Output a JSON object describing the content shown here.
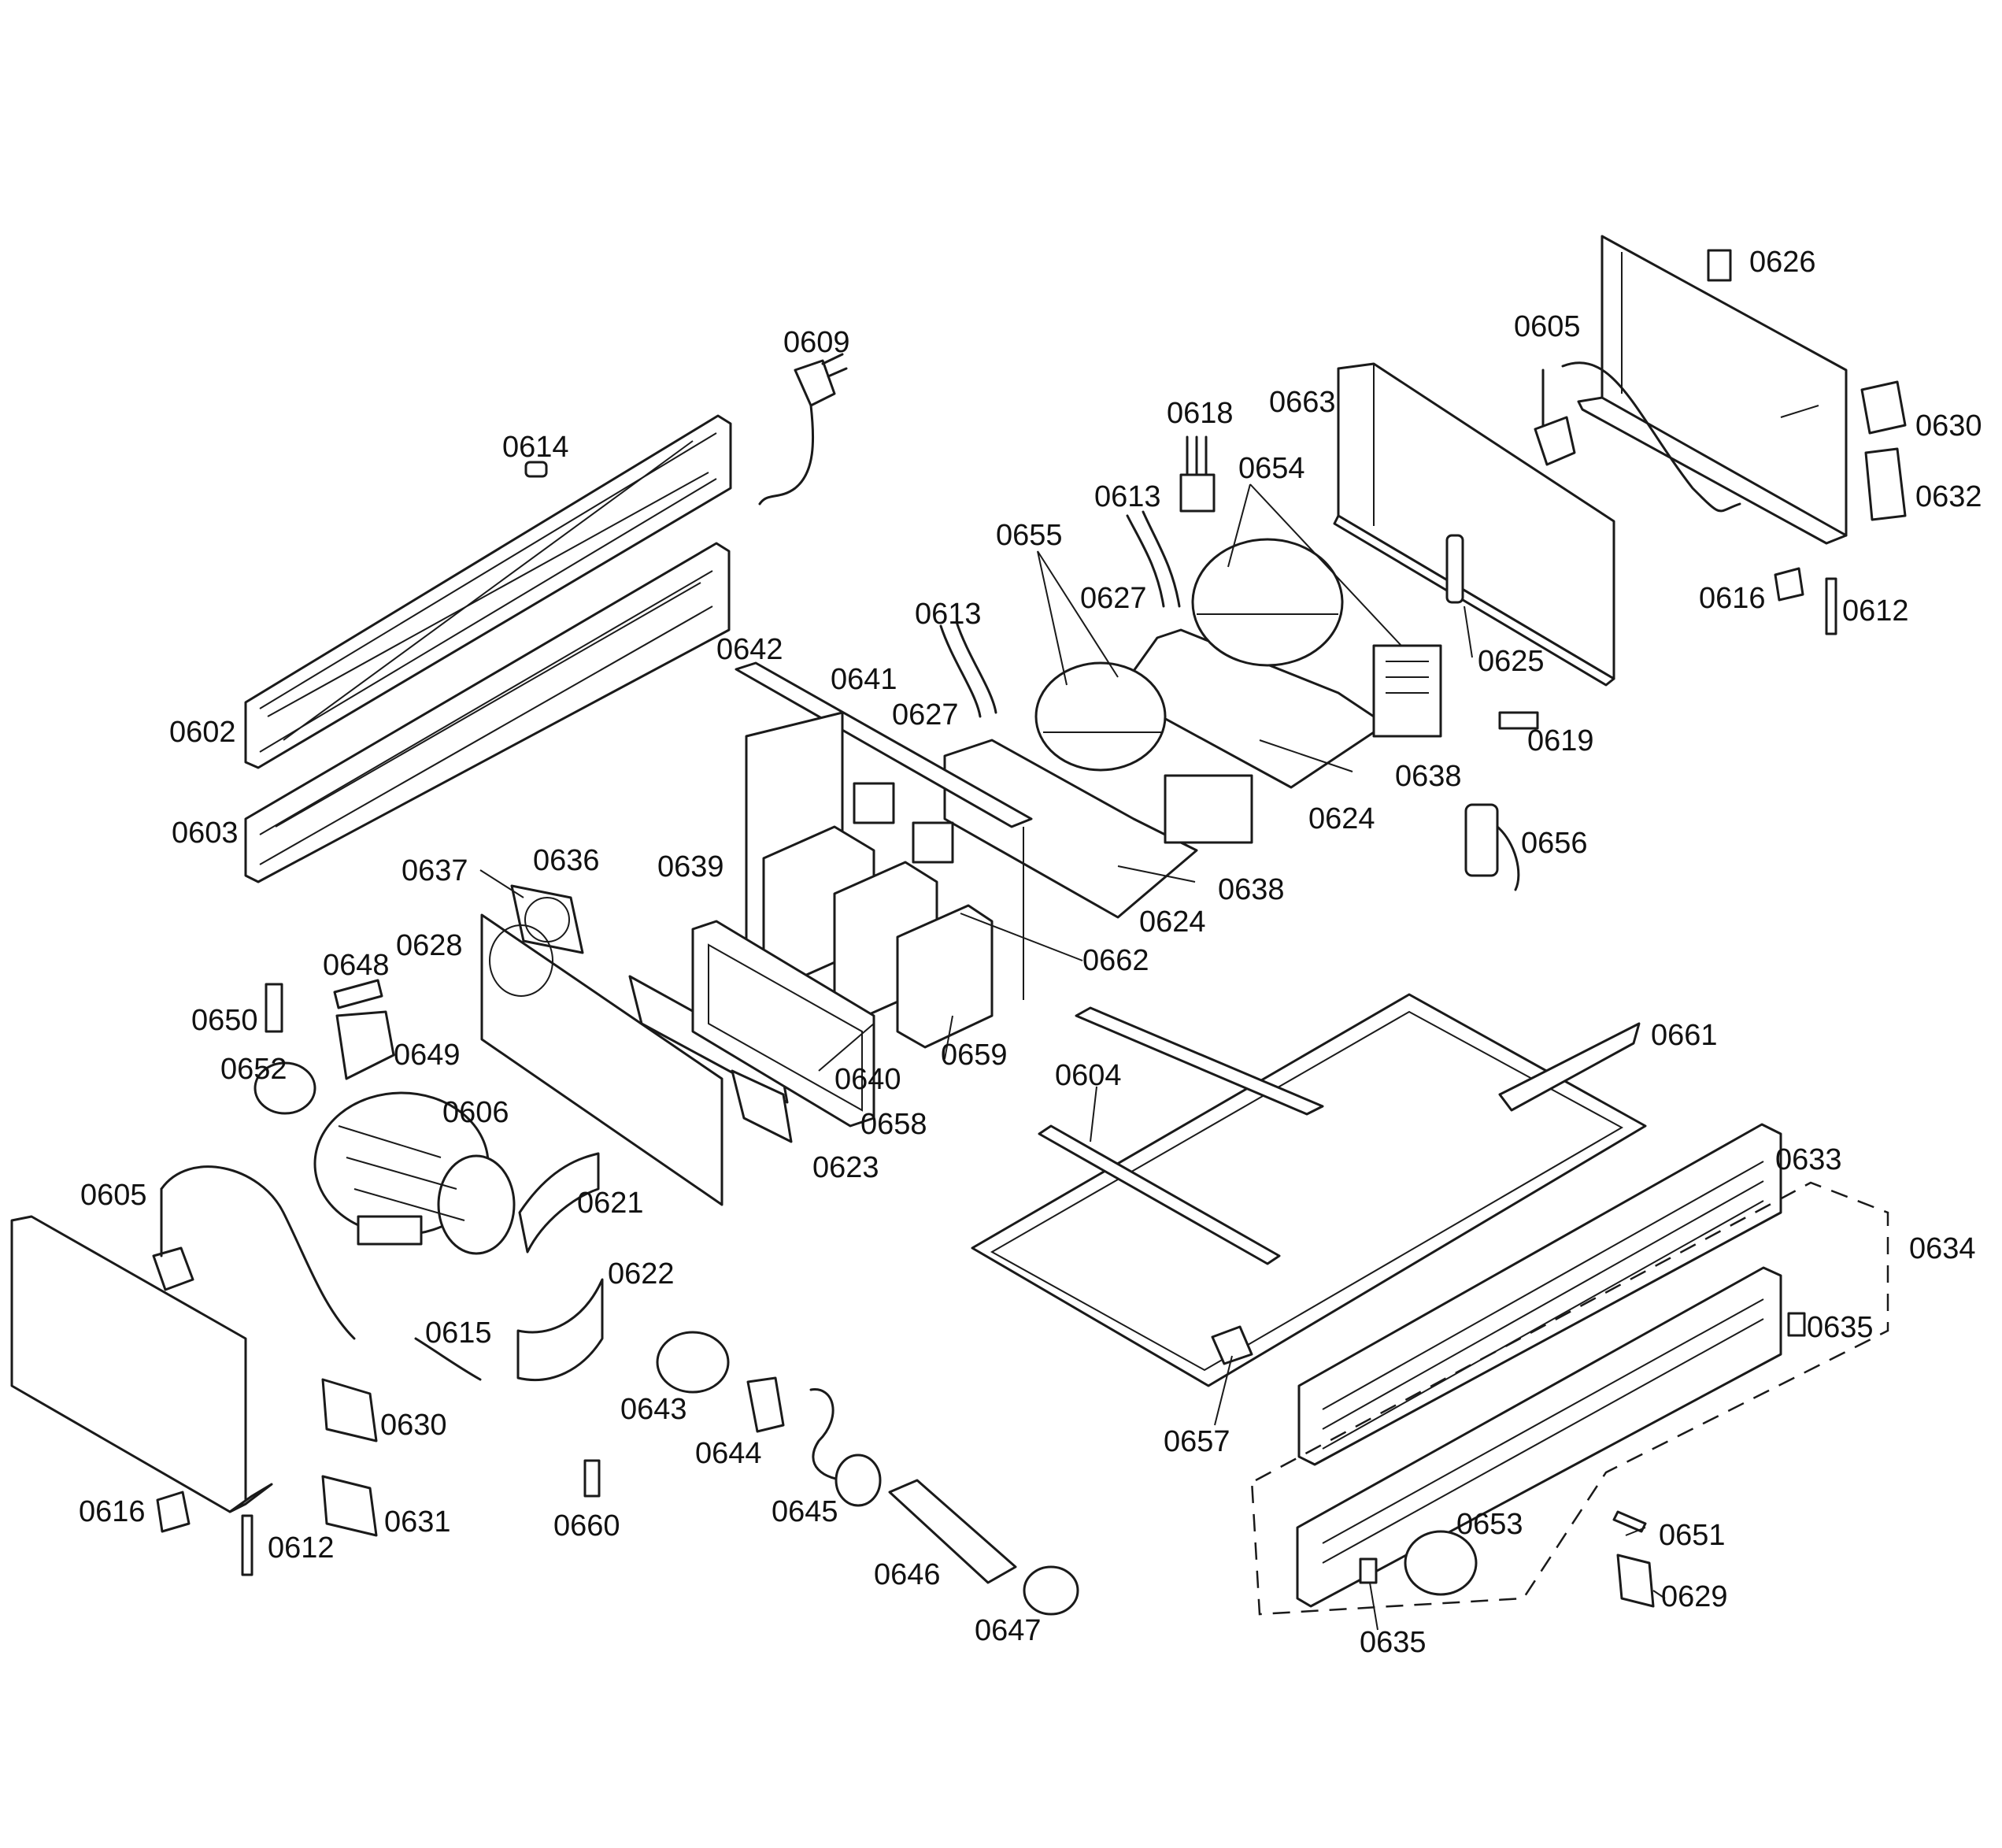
{
  "diagram": {
    "part_labels": [
      "0602",
      "0603",
      "0604",
      "0605",
      "0605",
      "0606",
      "0609",
      "0612",
      "0612",
      "0613",
      "0613",
      "0614",
      "0615",
      "0616",
      "0616",
      "0618",
      "0619",
      "0621",
      "0622",
      "0623",
      "0624",
      "0624",
      "0625",
      "0626",
      "0627",
      "0627",
      "0628",
      "0629",
      "0630",
      "0630",
      "0631",
      "0632",
      "0633",
      "0634",
      "0635",
      "0635",
      "0636",
      "0637",
      "0638",
      "0638",
      "0639",
      "0640",
      "0641",
      "0642",
      "0643",
      "0644",
      "0645",
      "0646",
      "0647",
      "0648",
      "0649",
      "0650",
      "0651",
      "0652",
      "0653",
      "0654",
      "0655",
      "0656",
      "0657",
      "0658",
      "0659",
      "0660",
      "0661",
      "0662",
      "0663"
    ]
  }
}
